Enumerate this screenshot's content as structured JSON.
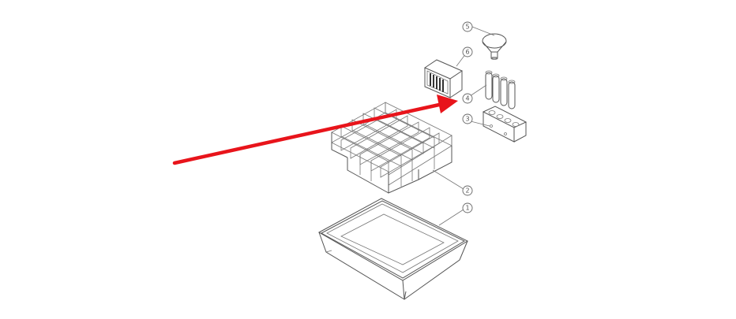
{
  "diagram": {
    "callouts": [
      {
        "id": "1",
        "part": "tray"
      },
      {
        "id": "2",
        "part": "grid-divider"
      },
      {
        "id": "3",
        "part": "tube-rack"
      },
      {
        "id": "4",
        "part": "test-tubes"
      },
      {
        "id": "5",
        "part": "funnel"
      },
      {
        "id": "6",
        "part": "slide-holder"
      }
    ],
    "arrow_color": "#e8141b",
    "line_color": "#555555"
  }
}
